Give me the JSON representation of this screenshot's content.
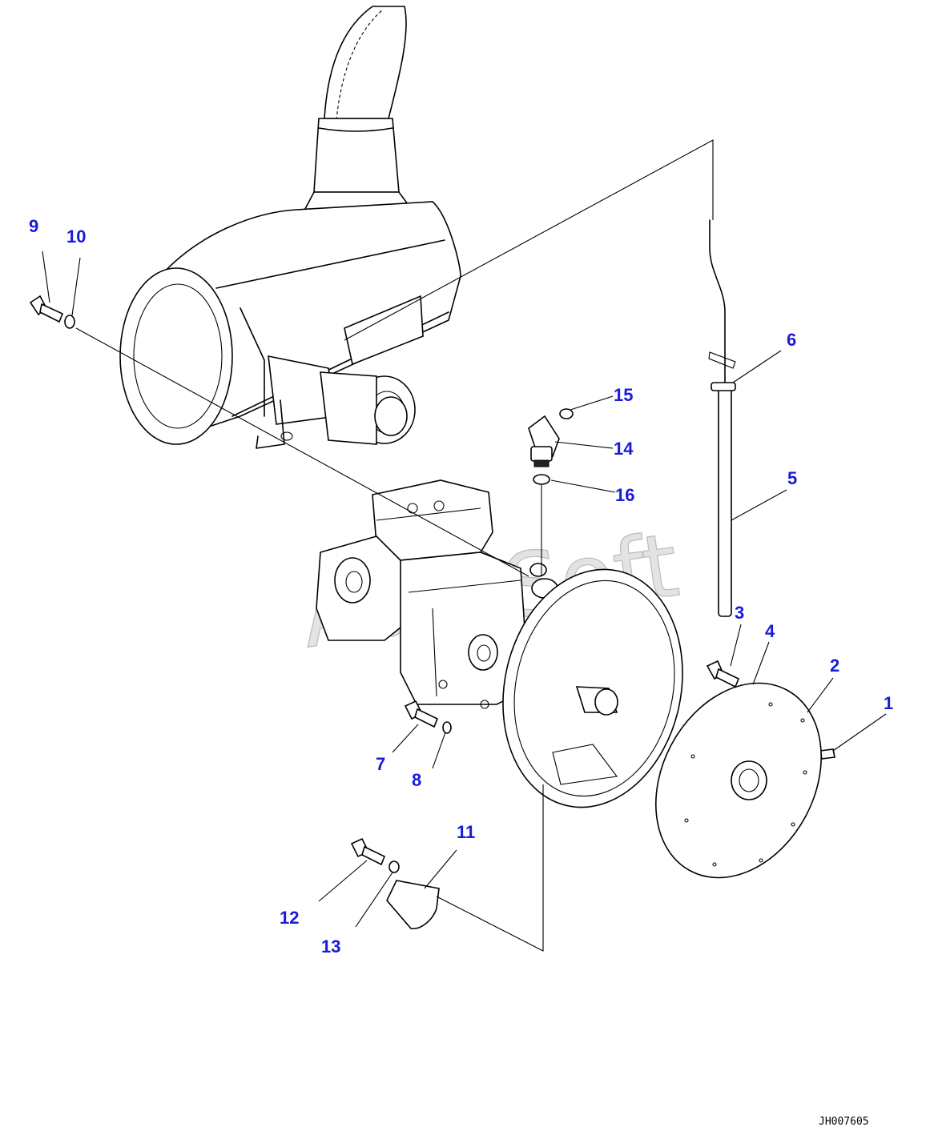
{
  "colors": {
    "callout": "#1a1adc",
    "lines": "#000000",
    "watermark": "#bbbbbb",
    "background": "#ffffff"
  },
  "watermark": "AutoSoft",
  "drawing_code": "JH007605",
  "callouts": {
    "c1": "1",
    "c2": "2",
    "c3": "3",
    "c4": "4",
    "c5": "5",
    "c6": "6",
    "c7": "7",
    "c8": "8",
    "c9": "9",
    "c10": "10",
    "c11": "11",
    "c12": "12",
    "c13": "13",
    "c14": "14",
    "c15": "15",
    "c16": "16"
  }
}
